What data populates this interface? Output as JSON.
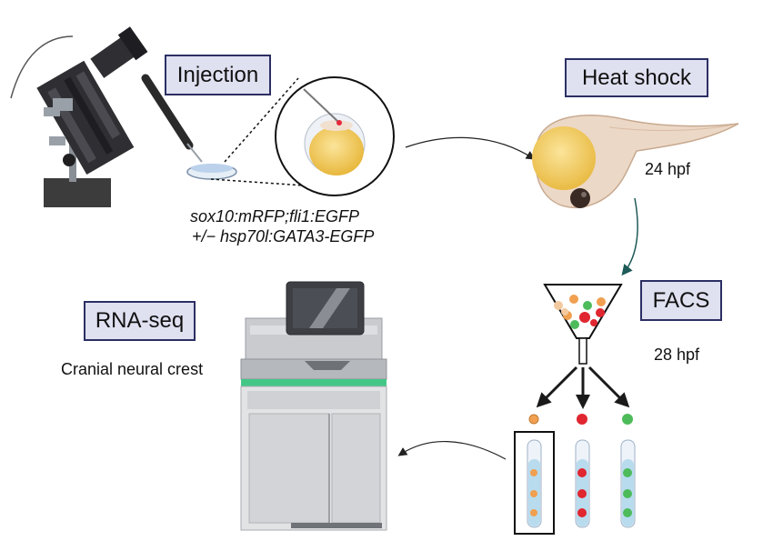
{
  "steps": {
    "injection": "Injection",
    "heat_shock": "Heat shock",
    "facs": "FACS",
    "rna_seq": "RNA-seq"
  },
  "genotype": {
    "line1": "sox10:mRFP;fli1:EGFP",
    "line2": "+/− hsp70l:GATA3-EGFP"
  },
  "timepoints": {
    "heat_shock": "24 hpf",
    "facs": "28 hpf"
  },
  "sample": "Cranial neural crest",
  "colors": {
    "label_fill": "#dfe0f0",
    "label_border": "#2c2f63",
    "orange_cell": "#f0a050",
    "red_cell": "#e02630",
    "green_cell": "#4dbb5a",
    "arrow_teal": "#1e5a57"
  }
}
